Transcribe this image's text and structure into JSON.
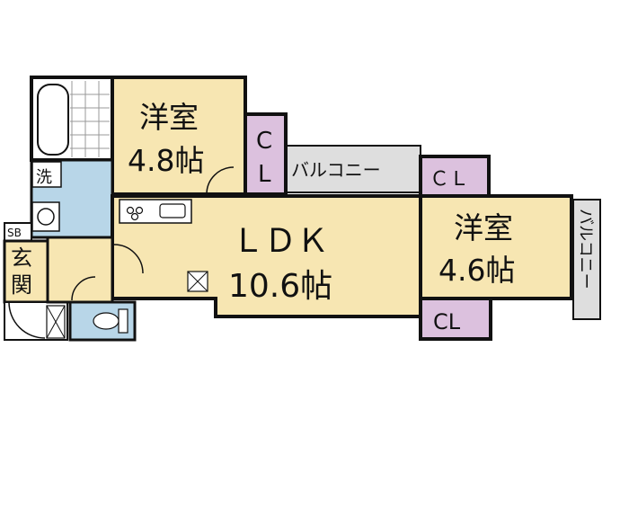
{
  "rooms": {
    "western_1": {
      "name": "洋室",
      "size": "4.8帖"
    },
    "western_2": {
      "name": "洋室",
      "size": "4.6帖"
    },
    "ldk": {
      "name": "ＬＤＫ",
      "size": "10.6帖"
    }
  },
  "closets": {
    "label_c": "C",
    "label_l": "L",
    "label_cl": "ＣＬ",
    "label_cl_small": "CL"
  },
  "balcony_label": "バルコニー",
  "washroom_label": "洗",
  "entrance_label": "玄関",
  "shoebox_label": "SB",
  "colors": {
    "western": "#f7e6b2",
    "closet": "#dcc1de",
    "wet": "#b8d6e8",
    "balcony": "#dedede",
    "ldk": "#f7e6b2",
    "entrance": "#f7e6b2",
    "wall": "#111111"
  }
}
